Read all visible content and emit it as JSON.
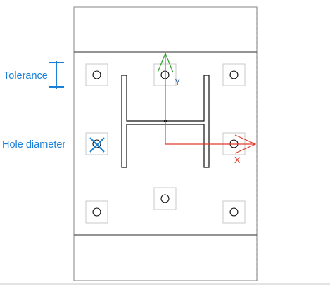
{
  "labels": {
    "tolerance": "Tolerance",
    "hole_diameter": "Hole diameter",
    "axis_x": "X",
    "axis_y": "Y"
  },
  "colors": {
    "annotation": "#1a7fd6",
    "x_axis": "#e23b2e",
    "y_axis": "#2ea12e",
    "outline": "#9a9a9a",
    "hole_box": "#c8c8c8"
  },
  "icons": {
    "tolerance_marker": "tolerance-bracket-icon",
    "hole_diameter_marker": "diameter-cross-icon"
  }
}
